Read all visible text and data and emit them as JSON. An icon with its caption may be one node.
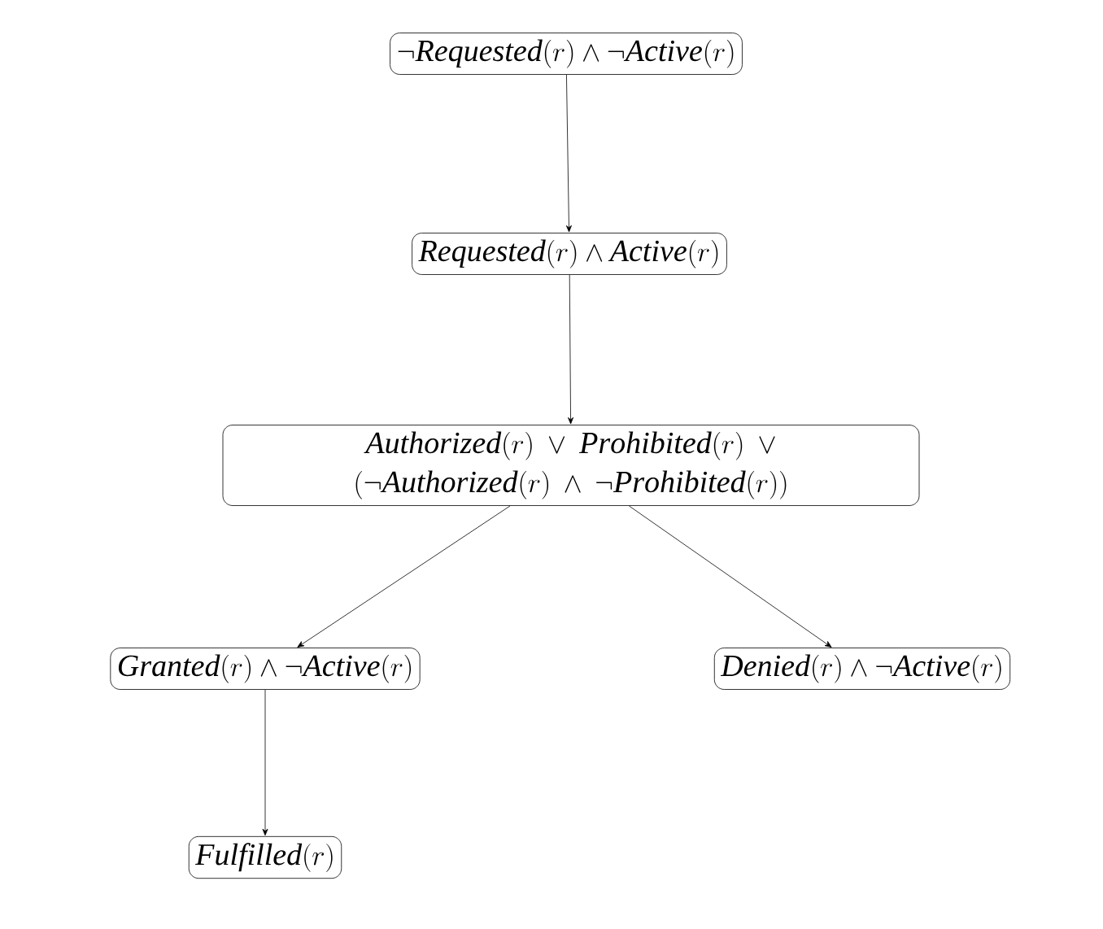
{
  "diagram": {
    "nodes": [
      {
        "text": [
          "\\neg \\mathit{Requested}(r) \\wedge \\neg \\mathit{Active}(r)"
        ]
      },
      {
        "text": [
          "\\mathit{Requested}(r) \\wedge \\mathit{Active}(r)"
        ]
      },
      {
        "text": [
          "\\mathit{Authorized}(r) \\vee \\mathit{Prohibited}(r) \\vee (\\neg \\mathit{Authorized}(r) \\wedge \\neg \\mathit{Prohibited}(r))"
        ]
      },
      {
        "text": [
          "\\mathit{Granted}(r) \\wedge \\neg \\mathit{Active}(r)"
        ]
      },
      {
        "text": [
          "\\mathit{Denied}(r) \\wedge \\neg \\mathit{Active}(r)"
        ]
      },
      {
        "text": [
          "\\mathit{Fulfilled}(r)"
        ]
      }
    ],
    "edges": [
      {
        "from": 0,
        "to": 1,
        "arrow": "to"
      },
      {
        "from": 1,
        "to": 2,
        "arrow": "to"
      },
      {
        "from": 2,
        "to": 3,
        "arrow": "to"
      },
      {
        "from": 2,
        "to": 4,
        "arrow": "to"
      },
      {
        "from": 3,
        "to": 5,
        "arrow": "to"
      }
    ]
  }
}
